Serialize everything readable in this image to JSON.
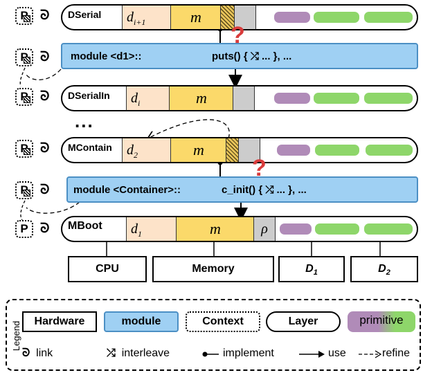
{
  "layers": [
    {
      "name": "DSerial",
      "d_label": "d",
      "d_sub": "i+1",
      "m_label": "m"
    },
    {
      "name": "DSerialIn",
      "d_label": "d",
      "d_sub": "i",
      "m_label": "m"
    },
    {
      "name": "MContain",
      "d_label": "d",
      "d_sub": "2",
      "m_label": "m"
    },
    {
      "name": "MBoot",
      "d_label": "d",
      "d_sub": "1",
      "m_label": "m",
      "rho": "ρ"
    }
  ],
  "modules": [
    {
      "prefix": "module <d1>::",
      "call": "puts() { ⤮ ... }, ..."
    },
    {
      "prefix": "module <Container>::",
      "call": "c_init() { ⤮ ... }, ..."
    }
  ],
  "context_label": "P",
  "link_glyph": "ᘐ",
  "ellipsis": "...",
  "question": "?",
  "hardware": [
    "CPU",
    "Memory",
    "D1",
    "D2"
  ],
  "hardware_sub": {
    "D1": "1",
    "D2": "2"
  },
  "legend": {
    "title": "Legend",
    "hardware": "Hardware",
    "module": "module",
    "context": "Context",
    "layer": "Layer",
    "primitive": "primitive",
    "link": "link",
    "interleave": "interleave",
    "implement": "implement",
    "use": "use",
    "refine": "refine"
  },
  "colors": {
    "module_fill": "#9fd0f3",
    "d_fill": "#fde3c9",
    "m_fill": "#fbd96a",
    "purple": "#b08bb8",
    "green": "#8ed66a",
    "question": "#d93b3b"
  }
}
